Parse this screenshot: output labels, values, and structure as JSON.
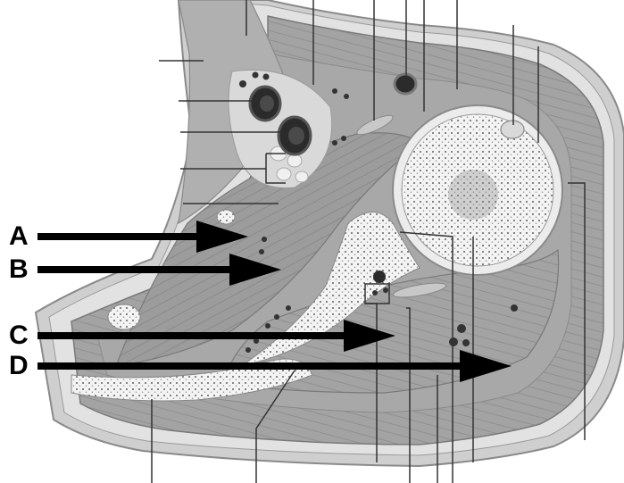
{
  "labels": {
    "a": "A",
    "b": "B",
    "c": "C",
    "d": "D"
  },
  "colors": {
    "background": "#ffffff",
    "muscle": "#9e9e9e",
    "muscle_dark": "#8c8c8c",
    "fascia": "#e6e6e6",
    "fat": "#dcdcdc",
    "bone": "#f2f2f2",
    "vessel": "#2b2b2b",
    "leader_line": "#333333",
    "arrow": "#000000"
  }
}
